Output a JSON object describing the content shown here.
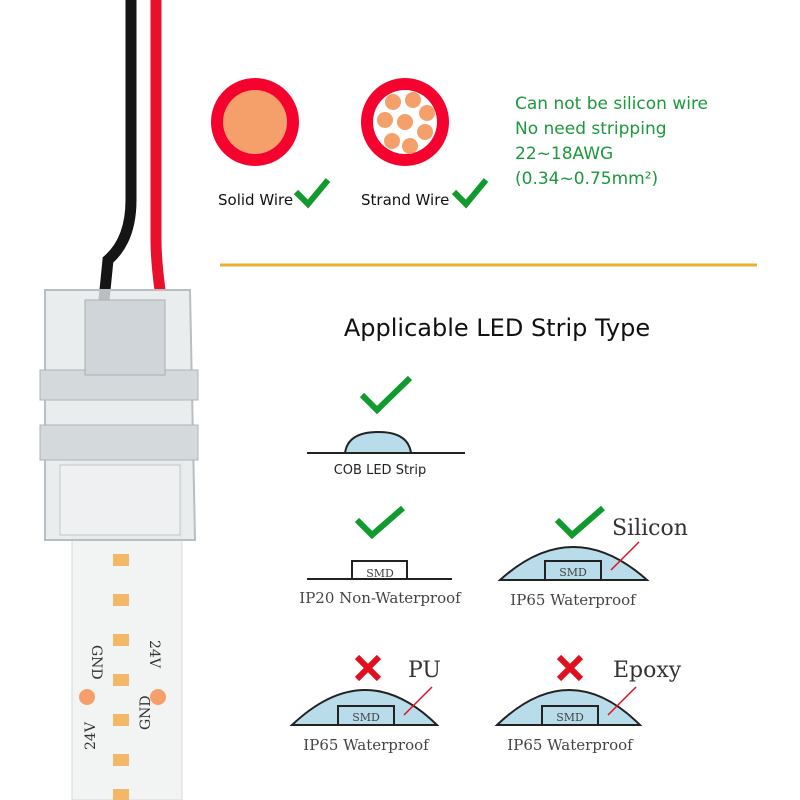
{
  "wires": {
    "solid_label": "Solid Wire",
    "strand_label": "Strand Wire",
    "specs": [
      "Can not be silicon wire",
      "No need stripping",
      "22~18AWG",
      "(0.34~0.75mm²)"
    ]
  },
  "title": "Applicable LED Strip Type",
  "strip_types": {
    "cob": {
      "label": "COB LED Strip",
      "status": "check"
    },
    "ip20": {
      "label": "IP20 Non-Waterproof",
      "chip": "SMD",
      "status": "check"
    },
    "silicon": {
      "label": "IP65 Waterproof",
      "chip": "SMD",
      "material": "Silicon",
      "status": "check"
    },
    "pu": {
      "label": "IP65 Waterproof",
      "chip": "SMD",
      "material": "PU",
      "status": "cross"
    },
    "epoxy": {
      "label": "IP65 Waterproof",
      "chip": "SMD",
      "material": "Epoxy",
      "status": "cross"
    }
  },
  "strip_markings": {
    "gnd": "GND",
    "v": "24V"
  },
  "colors": {
    "green_text": "#1a9a3a",
    "check": "#119a2e",
    "cross": "#e0101e",
    "wire_red": "#e8102a",
    "copper": "#f5a06a",
    "divider": "#e8b030",
    "encapsulation": "#b9dcea"
  }
}
